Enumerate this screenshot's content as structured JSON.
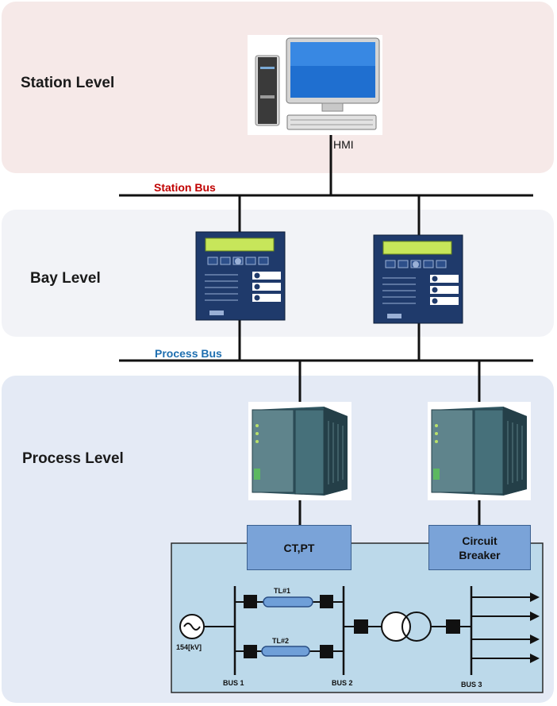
{
  "levels": {
    "station": "Station Level",
    "bay": "Bay Level",
    "process": "Process Level"
  },
  "buses": {
    "station": "Station Bus",
    "process": "Process Bus"
  },
  "hmi_label": "HMI",
  "boxes": {
    "ctpt": "CT,PT",
    "breaker": "Circuit\nBreaker"
  },
  "single_line": {
    "source": "154[kV]",
    "line1": "TL#1",
    "line2": "TL#2",
    "bus1": "BUS 1",
    "bus2": "BUS 2",
    "bus3": "BUS 3"
  },
  "colors": {
    "station_panel": "#f6e9e8",
    "bay_panel": "#f2f3f7",
    "process_panel": "#e4eaf5",
    "network_area": "#bcd9ea",
    "station_bus_label": "#c00000",
    "process_bus_label": "#1f6fb0",
    "relay_body": "#1f3a6b"
  },
  "icons": [
    "computer-icon",
    "relay-icon",
    "merging-unit-icon",
    "generator-icon",
    "transformer-icon",
    "breaker-icon"
  ]
}
